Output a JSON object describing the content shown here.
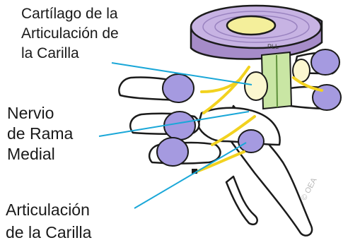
{
  "labels": {
    "cartilage": [
      "Cartílago de la",
      "Articulación de",
      "la Carilla"
    ],
    "nerve": [
      "Nervio",
      "de Rama",
      "Medial"
    ],
    "joint": [
      "Articulación",
      "de la Carilla"
    ]
  },
  "copyright": "© OEA",
  "disc_tag": "PLL",
  "colors": {
    "leader_line": "#1aa7d8",
    "bone": "#ffffff",
    "bone_shade": "#e6e7ec",
    "outline": "#1b1b1b",
    "disc": "#c7b3e3",
    "disc_dark": "#a68cc9",
    "nucleus": "#f4ef9b",
    "nerve": "#f2d21f",
    "capsule": "#a59ae0",
    "ligament": "#c9e6a4"
  }
}
